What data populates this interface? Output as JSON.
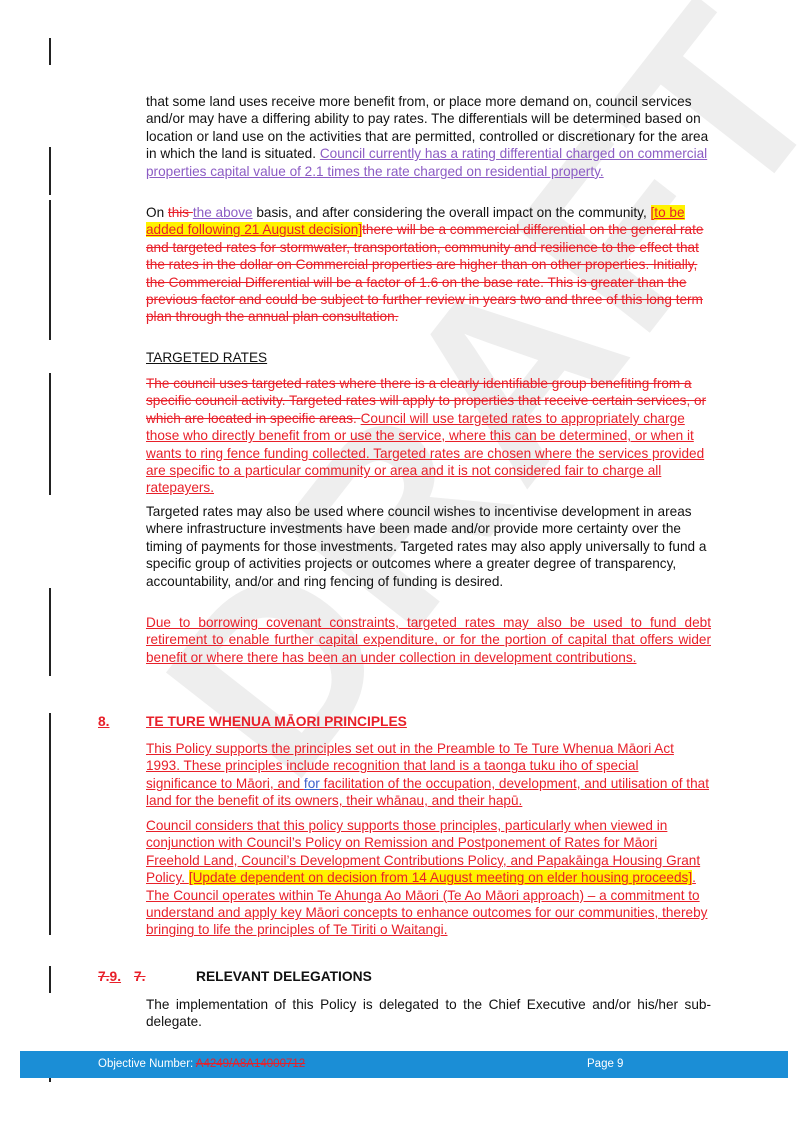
{
  "para1": {
    "text": "that some land uses receive more benefit from, or place more demand on, council services and/or may have a differing ability to pay rates. The differentials will be determined based on location or land use on the activities that are permitted, controlled or discretionary for the area in which the land is situated. ",
    "inserted": "Council currently has a rating differential charged on commercial properties capital value of 2.1 times the rate charged on residential property."
  },
  "para2": {
    "on": "On ",
    "del_this": "this ",
    "ins_above": "the above",
    "text": " basis, and after considering the overall impact on the community, ",
    "highlight": "[to be added following 21 August decision]",
    "deleted": "there will be a commercial differential on the general rate and targeted rates for stormwater, transportation, community and resilience to the effect that the rates in the dollar on Commercial properties are higher than on other properties. Initially, the Commercial Differential will be a factor of 1.6 on the base rate.  This is greater than the previous factor and could be subject to further review in years two and three of this long term plan through the annual plan consultation."
  },
  "targeted_heading": "TARGETED RATES",
  "para3": {
    "deleted": "The council uses targeted rates where there is a clearly identifiable group benefiting from a specific council activity. Targeted rates will apply to properties that receive certain services, or which are located in specific areas. ",
    "inserted": "Council will use targeted rates to appropriately charge those who directly benefit from or use the service, where this can be determined, or when it wants to ring fence funding collected. Targeted rates are chosen where the services provided are specific to a particular community or area and it is not considered fair to charge all ratepayers."
  },
  "para4": "Targeted rates may also be used where council wishes to incentivise development in areas where infrastructure investments have been made and/or provide more certainty over the timing of payments for those investments. Targeted rates may also apply universally to fund a specific group of activities projects or outcomes where a greater degree of transparency, accountability, and/or and ring fencing of funding is desired.",
  "para5": "Due to borrowing covenant constraints, targeted rates may also be used to fund debt retirement to enable further capital expenditure, or for the portion of capital that offers wider benefit or where there has been an under collection in development contributions.",
  "section8": {
    "number": "8.",
    "title": "TE TURE WHENUA MĀORI PRINCIPLES"
  },
  "para6": {
    "part1": "This Policy supports the principles set out in the Preamble to Te Ture Whenua Māori Act 1993. These principles include recognition that land is a taonga tuku iho of special significance to Māori, and ",
    "for": "for",
    "part2": " facilitation of the occupation, development, and utilisation of that land for the benefit of its owners, their whānau, and their hapū."
  },
  "para7": {
    "part1": "Council considers that this policy supports those principles, particularly when viewed in conjunction with Council’s Policy on Remission and Postponement of Rates for Māori Freehold Land, Council’s Development Contributions Policy, and Papakāinga Housing Grant Policy. ",
    "highlight": "[Update dependent on decision from 14 August meeting on elder housing proceeds]",
    "part2": ". The Council operates within Te Ahunga Ao Māori (Te Ao Māori approach) – a commitment to understand and apply key Māori concepts to enhance outcomes for our communities, thereby bringing to life the principles of Te Tiriti o Waitangi."
  },
  "section9": {
    "num_del": "7.",
    "num_ins": "9.",
    "num_del2": "7.",
    "title": "RELEVANT DELEGATIONS"
  },
  "para8": "The implementation of this Policy is delegated to the Chief Executive and/or his/her sub-delegate.",
  "watermark": "DRAFT",
  "footer": {
    "label": "Objective Number: ",
    "objective_number": "A4249/A8A14000712",
    "page": "Page 9"
  }
}
